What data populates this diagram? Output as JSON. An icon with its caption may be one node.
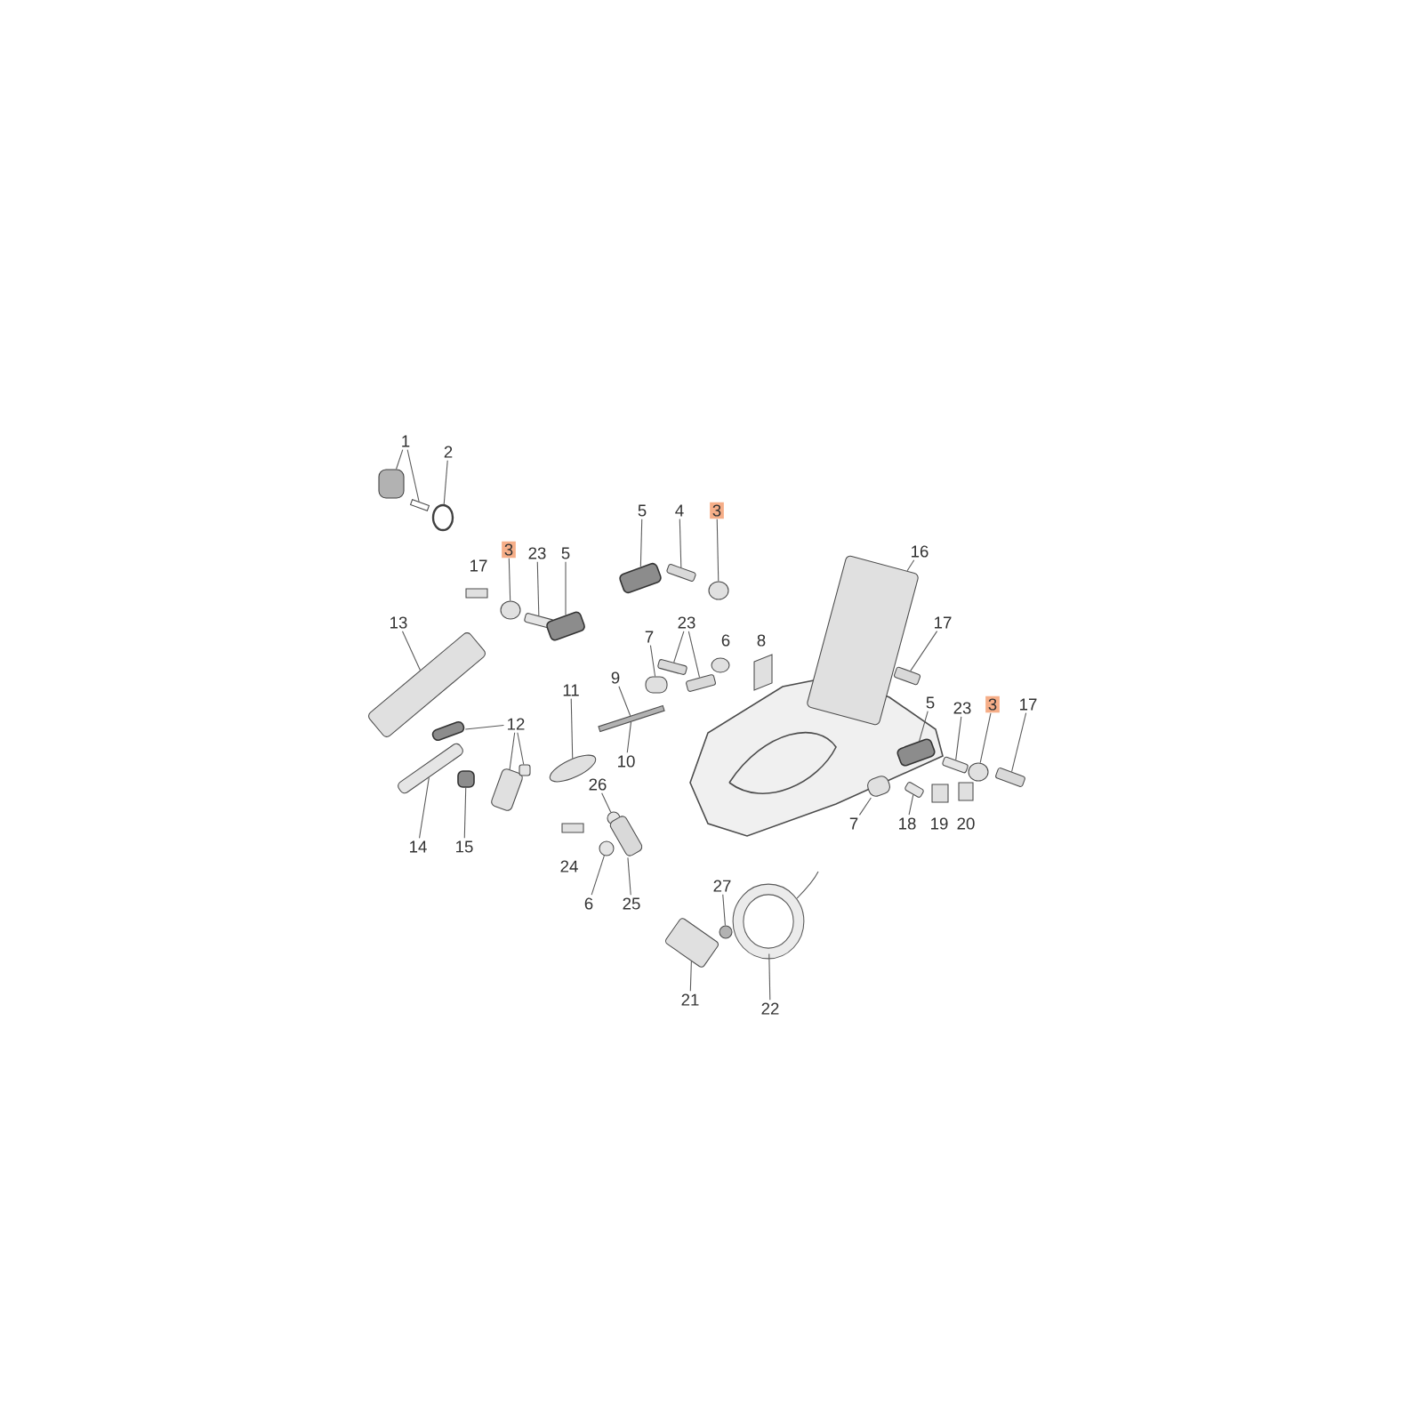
{
  "diagram": {
    "nodes": [
      {
        "text": [
          "1"
        ]
      },
      {
        "text": [],
        "shape": "switch"
      },
      {
        "text": [],
        "shape": "wire"
      },
      {
        "text": [
          "2"
        ]
      },
      {
        "text": [],
        "shape": "ring"
      },
      {
        "text": [
          "3"
        ]
      },
      {
        "text": [],
        "shape": "nut"
      },
      {
        "text": [
          "23"
        ]
      },
      {
        "text": [],
        "shape": "pin"
      },
      {
        "text": [
          "5"
        ]
      },
      {
        "text": [],
        "shape": "spring"
      },
      {
        "text": [
          "13"
        ]
      },
      {
        "text": [],
        "shape": "handle"
      },
      {
        "text": [
          "12"
        ]
      },
      {
        "text": [],
        "shape": "spring"
      },
      {
        "text": [],
        "shape": "lever"
      },
      {
        "text": [],
        "shape": "pin"
      },
      {
        "text": [
          "14"
        ]
      },
      {
        "text": [],
        "shape": "trigger"
      },
      {
        "text": [
          "15"
        ]
      },
      {
        "text": [],
        "shape": "spring"
      },
      {
        "text": [
          "5"
        ]
      },
      {
        "text": [],
        "shape": "spring"
      },
      {
        "text": [
          "4"
        ]
      },
      {
        "text": [],
        "shape": "screw"
      },
      {
        "text": [
          "3"
        ]
      },
      {
        "text": [],
        "shape": "nut"
      },
      {
        "text": [
          "23"
        ]
      },
      {
        "text": [],
        "shape": "screw"
      },
      {
        "text": [],
        "shape": "screw"
      },
      {
        "text": [
          "7"
        ]
      },
      {
        "text": [],
        "shape": "plug"
      },
      {
        "text": [
          "11"
        ]
      },
      {
        "text": [],
        "shape": "cone"
      },
      {
        "text": [
          "9"
        ]
      },
      {
        "text": [],
        "shape": "cable"
      },
      {
        "text": [
          "10"
        ]
      },
      {
        "text": [
          "26"
        ]
      },
      {
        "text": [],
        "shape": "washer"
      },
      {
        "text": [
          "6"
        ]
      },
      {
        "text": [],
        "shape": "washer"
      },
      {
        "text": [
          "25"
        ]
      },
      {
        "text": [],
        "shape": "plate"
      },
      {
        "text": [
          "16"
        ]
      },
      {
        "text": [],
        "shape": "handle"
      },
      {
        "text": [
          "17"
        ]
      },
      {
        "text": [],
        "shape": "screw"
      },
      {
        "text": [
          "5"
        ]
      },
      {
        "text": [],
        "shape": "spring"
      },
      {
        "text": [
          "23"
        ]
      },
      {
        "text": [],
        "shape": "pin"
      },
      {
        "text": [
          "3"
        ]
      },
      {
        "text": [],
        "shape": "nut"
      },
      {
        "text": [
          "17"
        ]
      },
      {
        "text": [],
        "shape": "screw"
      },
      {
        "text": [
          "7"
        ]
      },
      {
        "text": [],
        "shape": "plug"
      },
      {
        "text": [
          "18"
        ]
      },
      {
        "text": [],
        "shape": "pin"
      },
      {
        "text": [
          "27"
        ]
      },
      {
        "text": [],
        "shape": "clip"
      },
      {
        "text": [
          "21"
        ]
      },
      {
        "text": [],
        "shape": "cylinder"
      },
      {
        "text": [
          "22"
        ]
      },
      {
        "text": [],
        "shape": "coil"
      }
    ],
    "edges": [
      {
        "from": 0,
        "to": 1,
        "arrow": "none"
      },
      {
        "from": 0,
        "to": 2,
        "arrow": "none"
      },
      {
        "from": 3,
        "to": 4,
        "arrow": "none"
      },
      {
        "from": 5,
        "to": 6,
        "arrow": "none"
      },
      {
        "from": 7,
        "to": 8,
        "arrow": "none"
      },
      {
        "from": 9,
        "to": 10,
        "arrow": "none"
      },
      {
        "from": 11,
        "to": 12,
        "arrow": "none"
      },
      {
        "from": 13,
        "to": 14,
        "arrow": "none"
      },
      {
        "from": 13,
        "to": 15,
        "arrow": "none"
      },
      {
        "from": 13,
        "to": 16,
        "arrow": "none"
      },
      {
        "from": 17,
        "to": 18,
        "arrow": "none"
      },
      {
        "from": 19,
        "to": 20,
        "arrow": "none"
      },
      {
        "from": 21,
        "to": 22,
        "arrow": "none"
      },
      {
        "from": 23,
        "to": 24,
        "arrow": "none"
      },
      {
        "from": 25,
        "to": 26,
        "arrow": "none"
      },
      {
        "from": 27,
        "to": 28,
        "arrow": "none"
      },
      {
        "from": 27,
        "to": 29,
        "arrow": "none"
      },
      {
        "from": 30,
        "to": 31,
        "arrow": "none"
      },
      {
        "from": 32,
        "to": 33,
        "arrow": "none"
      },
      {
        "from": 34,
        "to": 35,
        "arrow": "none"
      },
      {
        "from": 36,
        "to": 35,
        "arrow": "none"
      },
      {
        "from": 37,
        "to": 38,
        "arrow": "none"
      },
      {
        "from": 39,
        "to": 40,
        "arrow": "none"
      },
      {
        "from": 41,
        "to": 42,
        "arrow": "none"
      },
      {
        "from": 43,
        "to": 44,
        "arrow": "none"
      },
      {
        "from": 45,
        "to": 46,
        "arrow": "none"
      },
      {
        "from": 47,
        "to": 48,
        "arrow": "none"
      },
      {
        "from": 49,
        "to": 50,
        "arrow": "none"
      },
      {
        "from": 51,
        "to": 52,
        "arrow": "none"
      },
      {
        "from": 53,
        "to": 54,
        "arrow": "none"
      },
      {
        "from": 55,
        "to": 56,
        "arrow": "none"
      },
      {
        "from": 57,
        "to": 58,
        "arrow": "none"
      },
      {
        "from": 59,
        "to": 60,
        "arrow": "none"
      },
      {
        "from": 61,
        "to": 62,
        "arrow": "none"
      },
      {
        "from": 63,
        "to": 64,
        "arrow": "none"
      }
    ],
    "labels": [
      "17",
      "6",
      "8",
      "19",
      "20",
      "24"
    ]
  }
}
